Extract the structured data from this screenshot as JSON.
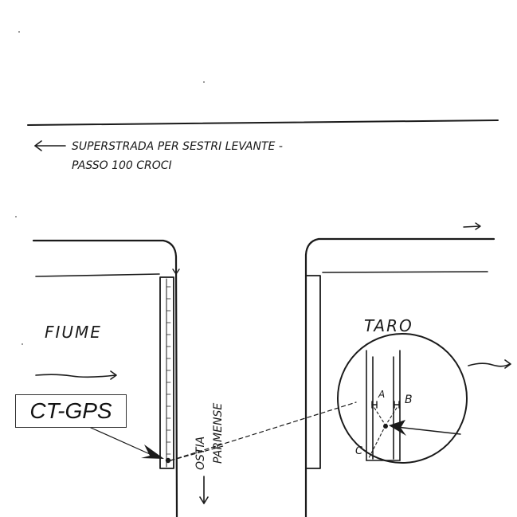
{
  "caption_road_line1": "SUPERSTRADA PER SESTRI LEVANTE -",
  "caption_road_line2": "PASSO 100 CROCI",
  "label_left_bank": "FIUME",
  "label_right_bank": "TARO",
  "label_station": "OSTIA PARMENSE",
  "label_station_line1": "OSTIA",
  "label_station_line2": "PARMENSE",
  "tag_label": "CT-GPS",
  "detail_point_a": "A",
  "detail_point_b": "B",
  "detail_point_c": "C"
}
